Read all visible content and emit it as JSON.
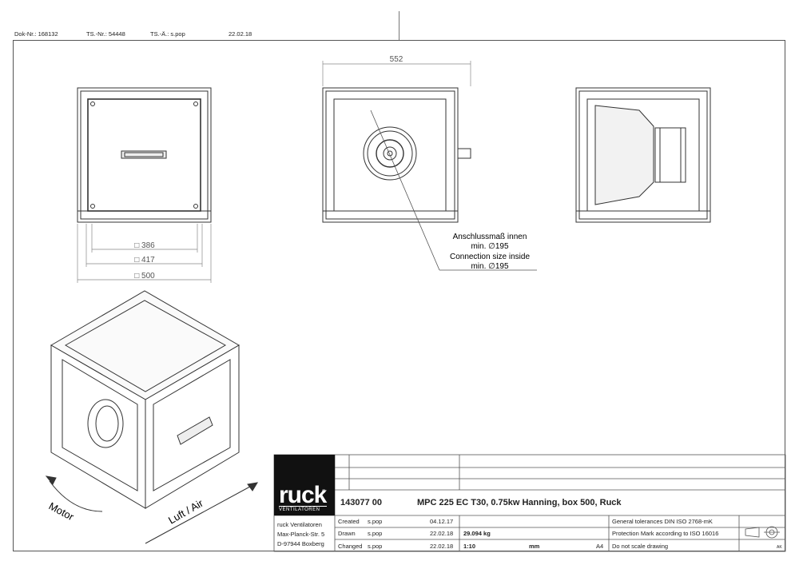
{
  "header": {
    "dok_nr": "Dok-Nr.: 168132",
    "ts_nr": "TS.-Nr.: 54448",
    "ts_ae": "TS.-Ä.: s.pop",
    "date": "22.02.18"
  },
  "dimensions": {
    "width_top": "552",
    "inner": "□ 386",
    "mid": "□ 417",
    "outer": "□ 500"
  },
  "callout": {
    "de_line1": "Anschlussmaß innen",
    "de_line2": "min. ∅195",
    "en_line1": "Connection size inside",
    "en_line2": "min. ∅195"
  },
  "iso_labels": {
    "motor": "Motor",
    "air": "Luft / Air"
  },
  "logo": {
    "name": "ruck",
    "mark": "®",
    "tagline": "VENTILATOREN"
  },
  "title_block": {
    "article_no": "143077  00",
    "title": "MPC 225 EC T30, 0.75kw Hanning, box 500, Ruck",
    "company_line1": "ruck Ventilatoren",
    "company_line2": "Max-Planck-Str. 5",
    "company_line3": "D-97944 Boxberg",
    "created_label": "Created",
    "created_by": "s.pop",
    "created_date": "04.12.17",
    "drawn_label": "Drawn",
    "drawn_by": "s.pop",
    "drawn_date": "22.02.18",
    "weight": "29.094 kg",
    "changed_label": "Changed",
    "changed_by": "s.pop",
    "changed_date": "22.02.18",
    "scale": "1:10",
    "unit": "mm",
    "format": "A4",
    "tolerances": "General tolerances DIN ISO 2768-mK",
    "protection": "Protection Mark according to ISO 16016",
    "no_scale": "Do not scale drawing",
    "corner": "AK"
  }
}
